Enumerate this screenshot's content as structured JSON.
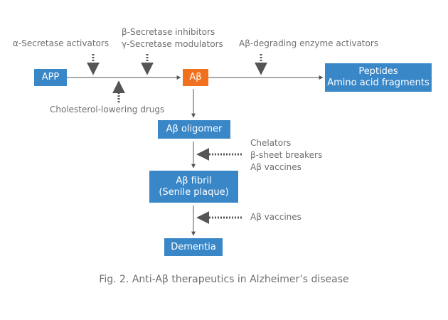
{
  "nodes": {
    "app": "APP",
    "abeta": "Aβ",
    "peptides": [
      "Peptides",
      "Amino acid fragments"
    ],
    "oligomer": "Aβ oligomer",
    "fibril": [
      "Aβ fibril",
      "(Senile plaque)"
    ],
    "dementia": "Dementia"
  },
  "interventions": {
    "alpha_secretase": "α-Secretase activators",
    "beta_gamma": [
      "β-Secretase inhibitors",
      "γ-Secretase modulators"
    ],
    "degrading_enzyme": "Aβ-degrading enzyme activators",
    "cholesterol": "Cholesterol-lowering drugs",
    "fibril_inhibitors": [
      "Chelators",
      "β-sheet breakers",
      "Aβ vaccines"
    ],
    "plaque_inhibitors": "Aβ vaccines"
  },
  "caption": "Fig. 2. Anti-Aβ therapeutics in Alzheimer’s disease",
  "colors": {
    "node_blue": "#3a87c8",
    "node_orange": "#f0701e",
    "text_gray": "#6e6e6e",
    "line_gray": "#555555"
  }
}
